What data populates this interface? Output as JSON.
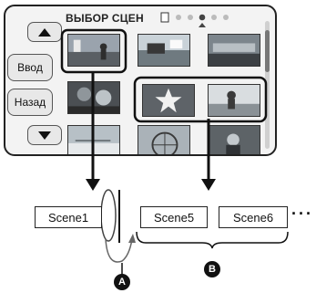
{
  "screen": {
    "title": "ВЫБОР СЦЕН",
    "enter_label": "Ввод",
    "back_label": "Назад",
    "up_icon": "triangle-up-icon",
    "down_icon": "triangle-down-icon",
    "pages_total": 6,
    "current_page": 4
  },
  "diagram": {
    "scene1": "Scene1",
    "scene5": "Scene5",
    "scene6": "Scene6",
    "continuation": "···",
    "label_a": "A",
    "label_b": "B"
  },
  "colors": {
    "highlight": "#111111",
    "screen_bg": "#f3f3f3"
  }
}
